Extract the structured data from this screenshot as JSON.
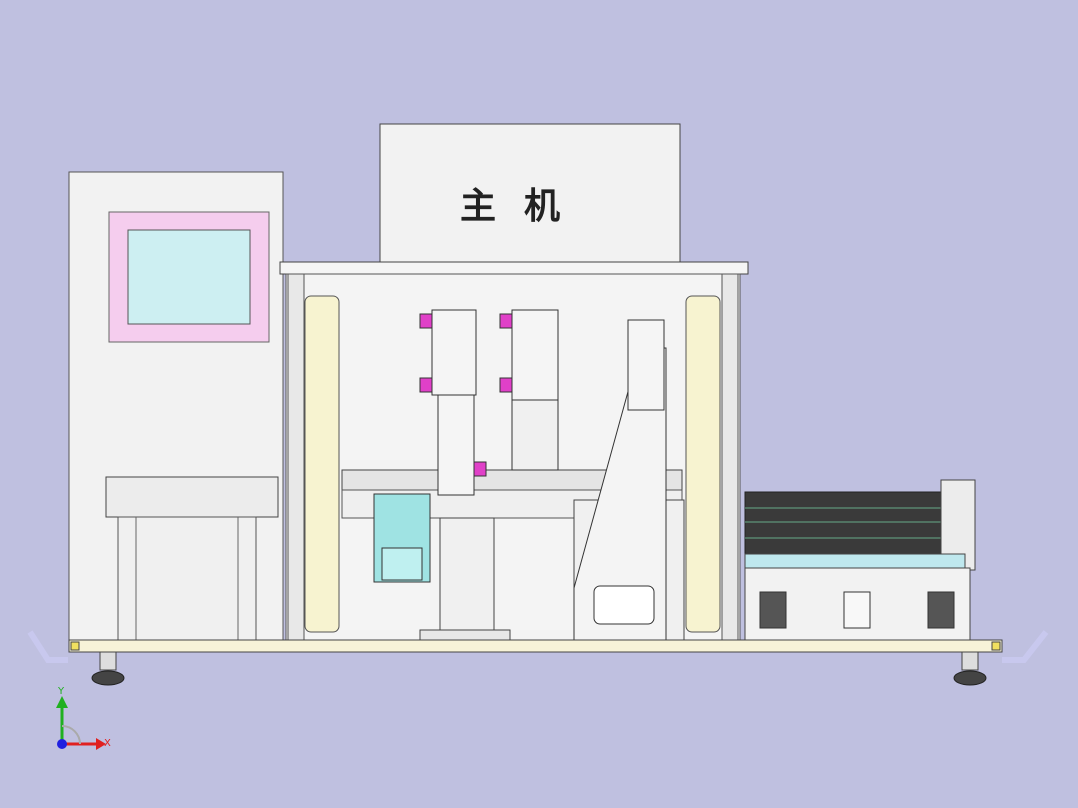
{
  "host_label": "主机",
  "axis": {
    "y_label": "Y",
    "x_label": "X"
  },
  "colors": {
    "background": "#bfc0e0",
    "panel": "#f0f0f0",
    "frame_yellow": "#f7f3d8",
    "screen": "#cdeff2",
    "screen_border": "#f5cdee",
    "accent_magenta": "#e040c8",
    "accent_teal": "#9fe3e3",
    "axis_x": "#e02020",
    "axis_y": "#20b020",
    "axis_z": "#2020e0"
  }
}
